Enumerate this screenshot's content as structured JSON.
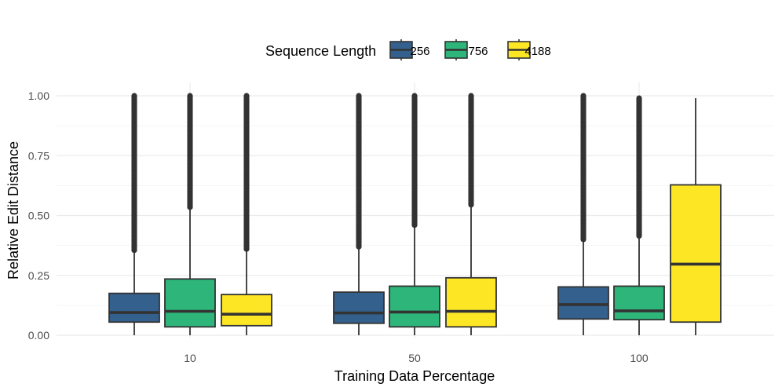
{
  "chart_data": {
    "type": "boxplot",
    "title": "",
    "xlabel": "Training Data Percentage",
    "ylabel": "Relative Edit Distance",
    "categories": [
      "10",
      "50",
      "100"
    ],
    "ylim": [
      0,
      1
    ],
    "yticks": [
      "0.00",
      "0.25",
      "0.50",
      "0.75",
      "1.00"
    ],
    "ytick_values": [
      0,
      0.25,
      0.5,
      0.75,
      1.0
    ],
    "grid": true,
    "legend": {
      "title": "Sequence Length",
      "position": "top"
    },
    "series": [
      {
        "name": "256",
        "color": "#33608C",
        "boxes": [
          {
            "min": 0.0,
            "q1": 0.055,
            "median": 0.095,
            "q3": 0.175,
            "max": 0.355,
            "outlier_range": [
              0.355,
              1.0
            ]
          },
          {
            "min": 0.0,
            "q1": 0.05,
            "median": 0.093,
            "q3": 0.18,
            "max": 0.37,
            "outlier_range": [
              0.37,
              1.0
            ]
          },
          {
            "min": 0.0,
            "q1": 0.068,
            "median": 0.128,
            "q3": 0.202,
            "max": 0.4,
            "outlier_range": [
              0.4,
              1.0
            ]
          }
        ]
      },
      {
        "name": "756",
        "color": "#2DB57A",
        "boxes": [
          {
            "min": 0.0,
            "q1": 0.035,
            "median": 0.1,
            "q3": 0.235,
            "max": 0.535,
            "outlier_range": [
              0.535,
              1.0
            ]
          },
          {
            "min": 0.0,
            "q1": 0.035,
            "median": 0.097,
            "q3": 0.205,
            "max": 0.46,
            "outlier_range": [
              0.46,
              1.0
            ]
          },
          {
            "min": 0.0,
            "q1": 0.065,
            "median": 0.102,
            "q3": 0.205,
            "max": 0.415,
            "outlier_range": [
              0.415,
              0.99
            ]
          }
        ]
      },
      {
        "name": "4188",
        "color": "#FDE725",
        "boxes": [
          {
            "min": 0.0,
            "q1": 0.04,
            "median": 0.088,
            "q3": 0.17,
            "max": 0.36,
            "outlier_range": [
              0.36,
              1.0
            ]
          },
          {
            "min": 0.0,
            "q1": 0.035,
            "median": 0.1,
            "q3": 0.24,
            "max": 0.545,
            "outlier_range": [
              0.545,
              1.0
            ]
          },
          {
            "min": 0.0,
            "q1": 0.055,
            "median": 0.297,
            "q3": 0.628,
            "max": 0.99,
            "outlier_range": null
          }
        ]
      }
    ]
  }
}
